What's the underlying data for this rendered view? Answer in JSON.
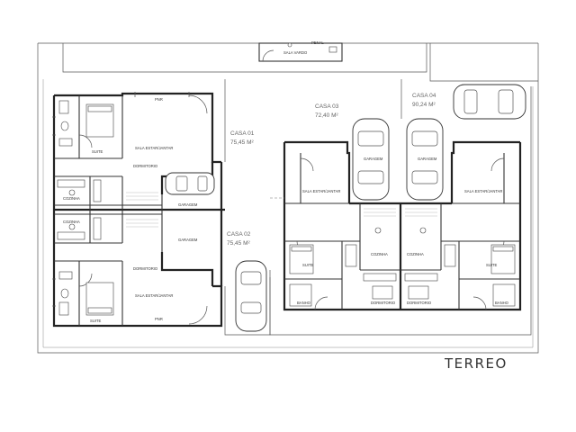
{
  "drawing": {
    "title": "TERREO",
    "top_labels": [
      "SALA VARDO",
      "PENAL"
    ],
    "houses": [
      {
        "name": "CASA 01",
        "area": "75,45 M²"
      },
      {
        "name": "CASA 02",
        "area": "75,45 M²"
      },
      {
        "name": "CASA 03",
        "area": "72,40 M²"
      },
      {
        "name": "CASA 04",
        "area": "90,24 M²"
      }
    ],
    "rooms": {
      "sala": "SALA ESTAR/JANTAR",
      "garagem": "GARAGEM",
      "suite": "SUITE",
      "cozinha": "COZINHA",
      "dormitorio": "DORMITORIO",
      "banho": "BANHO",
      "pnr": "PNR"
    }
  }
}
